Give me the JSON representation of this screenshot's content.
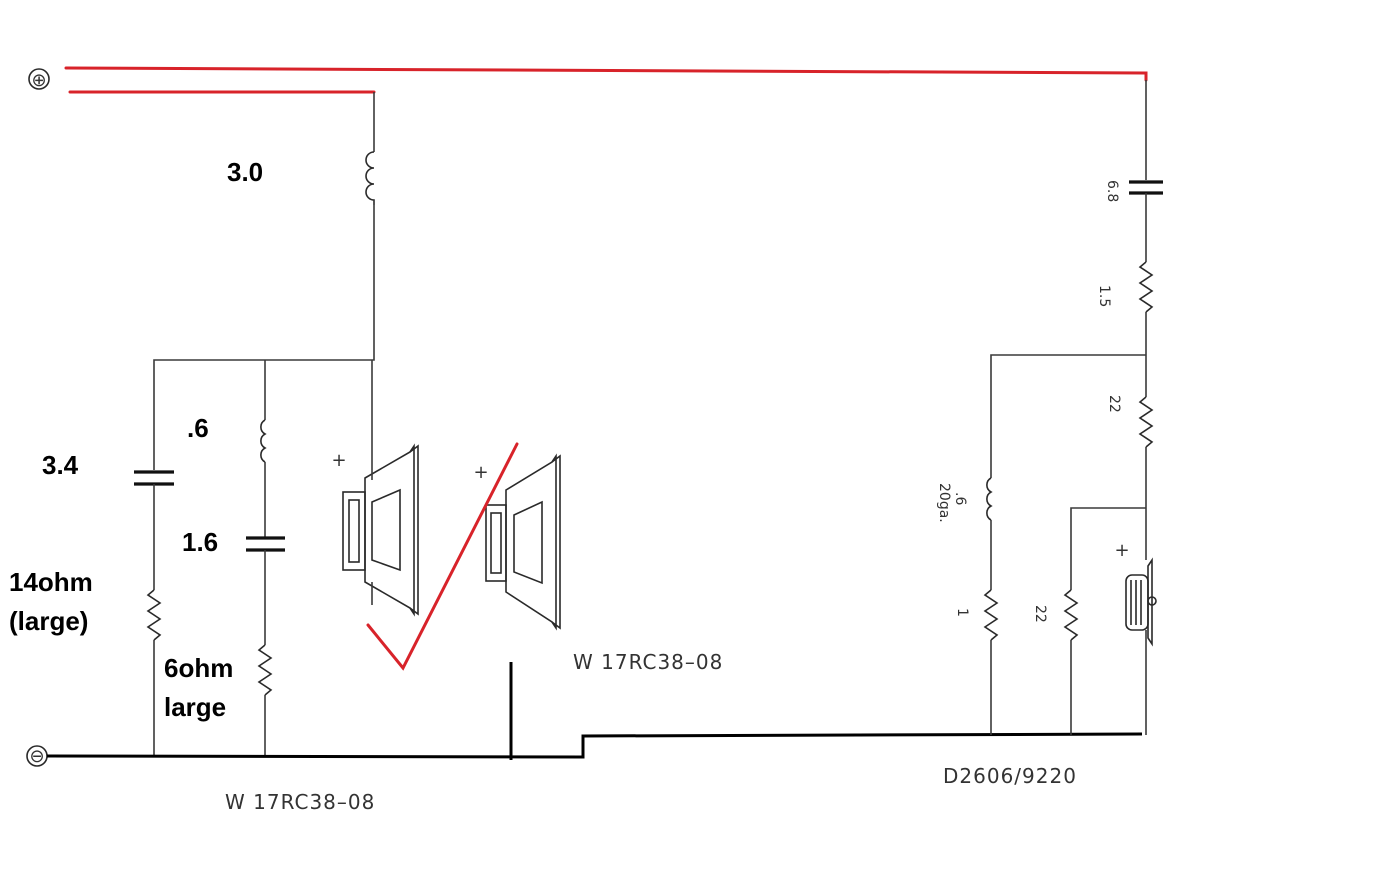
{
  "terminals": {
    "positive": "⊕",
    "negative": "⊖"
  },
  "woofer_section": {
    "series_inductor_label": "3.0",
    "shunt_cap_label": "3.4",
    "shunt_res_label_line1": "14ohm",
    "shunt_res_label_line2": "(large)",
    "notch_inductor_label": ".6",
    "notch_cap_label": "1.6",
    "notch_res_label_line1": "6ohm",
    "notch_res_label_line2": "large",
    "driver1_polarity": "+",
    "driver2_polarity": "+",
    "driver2_label": "W 17RC38–08",
    "driver_bottom_label": "W 17RC38–08"
  },
  "tweeter_section": {
    "series_cap_label": "6.8",
    "series_res_label": "1.5",
    "shunt_res_top_label": "22",
    "shunt_inductor_label": ".6",
    "shunt_inductor_gauge": "20ga.",
    "shunt_res_bottom_label": "1",
    "parallel_res_label": "22",
    "tweeter_polarity": "+",
    "tweeter_label": "D2606/9220"
  },
  "colors": {
    "annotation_red": "#d8232a",
    "wire": "#3a3a3a",
    "ground_wire": "#000000"
  }
}
